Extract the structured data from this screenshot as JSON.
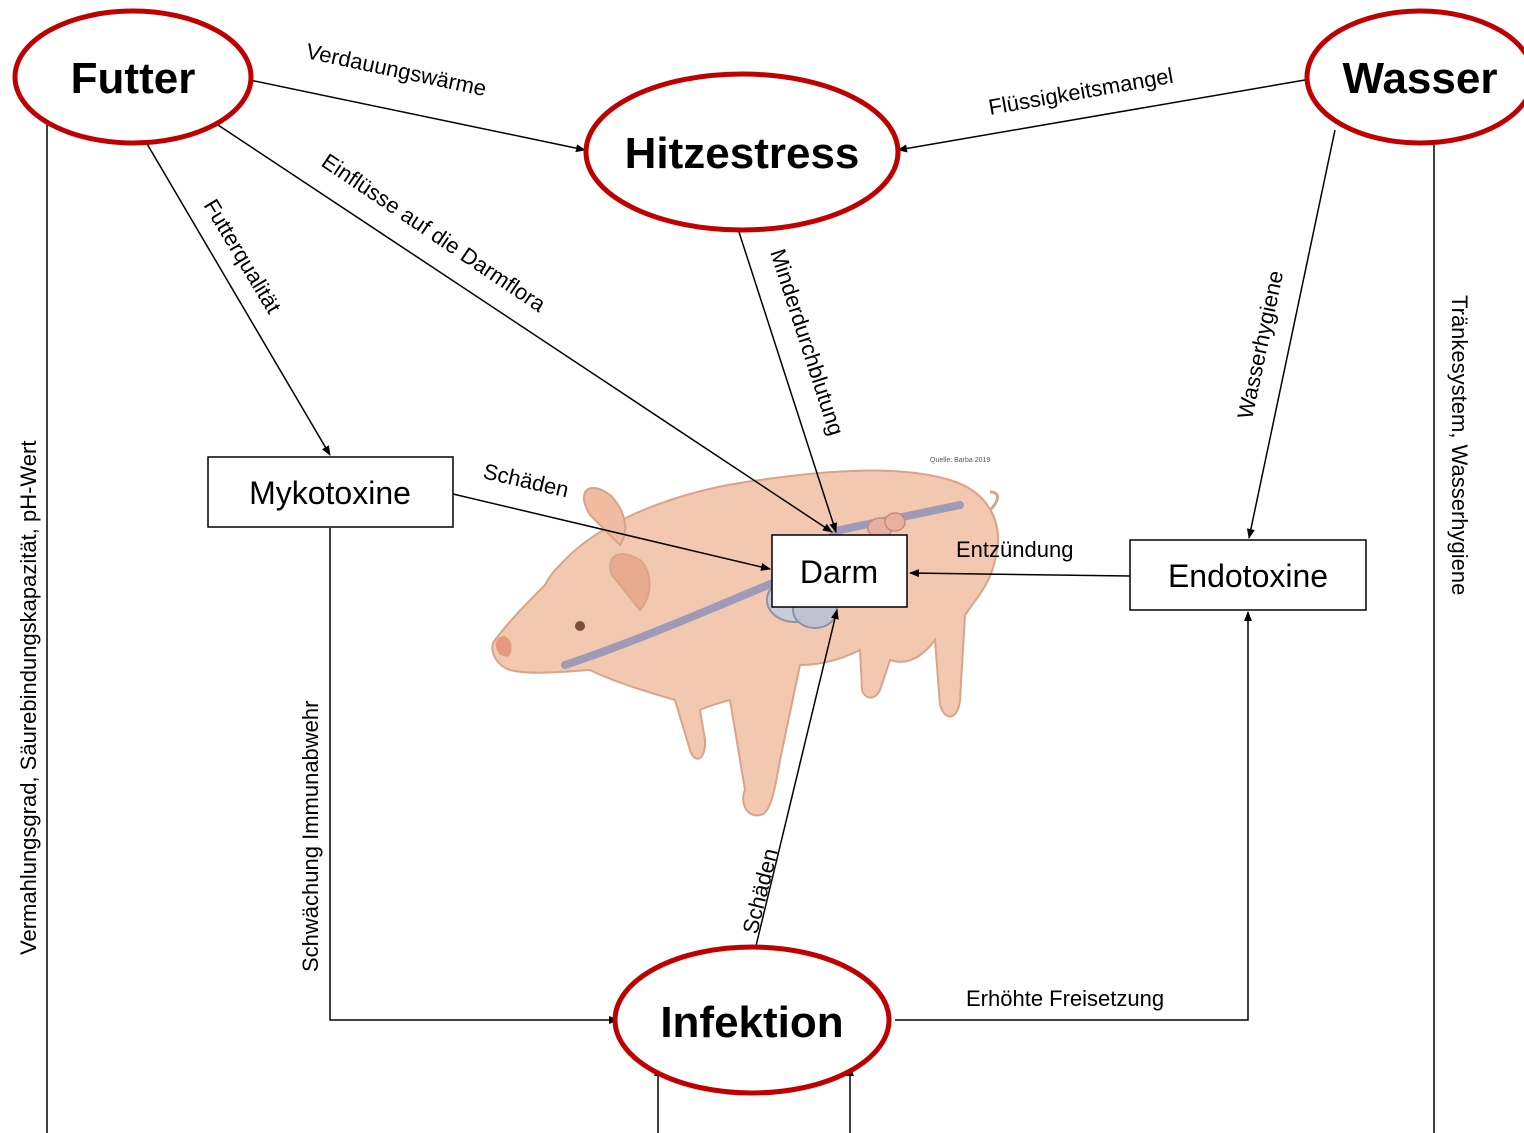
{
  "nodes": {
    "futter": "Futter",
    "wasser": "Wasser",
    "hitzestress": "Hitzestress",
    "infektion": "Infektion",
    "mykotoxine": "Mykotoxine",
    "darm": "Darm",
    "endotoxine": "Endotoxine"
  },
  "edges": {
    "verdauungswaerme": "Verdauungswärme",
    "fluessigkeitsmangel": "Flüssigkeitsmangel",
    "futterqualitaet": "Futterqualität",
    "darmflora": "Einflüsse auf die Darmflora",
    "minderdurchblutung": "Minderdurchblutung",
    "wasserhygiene": "Wasserhygiene",
    "schaeden_myko": "Schäden",
    "entzuendung": "Entzündung",
    "immunabwehr": "Schwächung Immunabwehr",
    "schaeden_inf": "Schäden",
    "freisetzung": "Erhöhte Freisetzung",
    "vermahlung": "Vermahlungsgrad, Säurebindungskapazität, pH-Wert",
    "traenke": "Tränkesystem, Wasserhygiene"
  },
  "source_note": "Quelle: Barba 2019",
  "colors": {
    "ellipse_stroke": "#c00000",
    "line": "#000000",
    "pig_skin": "#f0c0a5",
    "intestine": "#a7a9bd"
  }
}
